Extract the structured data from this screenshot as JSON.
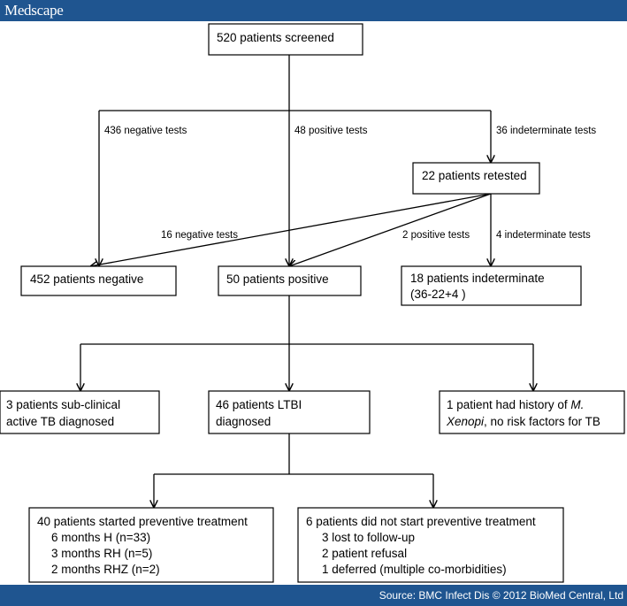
{
  "header": {
    "brand": "Medscape"
  },
  "footer": {
    "source": "Source: BMC Infect Dis © 2012 BioMed Central, Ltd"
  },
  "boxes": {
    "screened": "520 patients screened",
    "retested": "22 patients retested",
    "negative": "452  patients negative",
    "positive": "50 patients positive",
    "indeterminate_1": "18 patients indeterminate",
    "indeterminate_2": "(36-22+4 )",
    "subclinical_1": "3 patients sub-clinical",
    "subclinical_2": "active TB diagnosed",
    "ltbi_1": "46 patients LTBI",
    "ltbi_2": "diagnosed",
    "xenopi_1a": "1 patient had history of ",
    "xenopi_1b": "M.",
    "xenopi_2a": "Xenopi",
    "xenopi_2b": ", no risk factors for TB",
    "started_title": "40 patients started preventive treatment",
    "started_items": [
      "6 months H (n=33)",
      "3 months RH (n=5)",
      "2 months RHZ (n=2)"
    ],
    "notstarted_title": "6 patients did not start preventive treatment",
    "notstarted_items": [
      "3 lost to follow-up",
      "2 patient refusal",
      "1 deferred (multiple co-morbidities)"
    ]
  },
  "edges": {
    "negative_tests": "436 negative tests",
    "positive_tests": "48 positive tests",
    "indeterminate_tests": "36 indeterminate tests",
    "retest_negative": "16 negative tests",
    "retest_positive": "2 positive  tests",
    "retest_indeterminate": "4 indeterminate tests"
  }
}
